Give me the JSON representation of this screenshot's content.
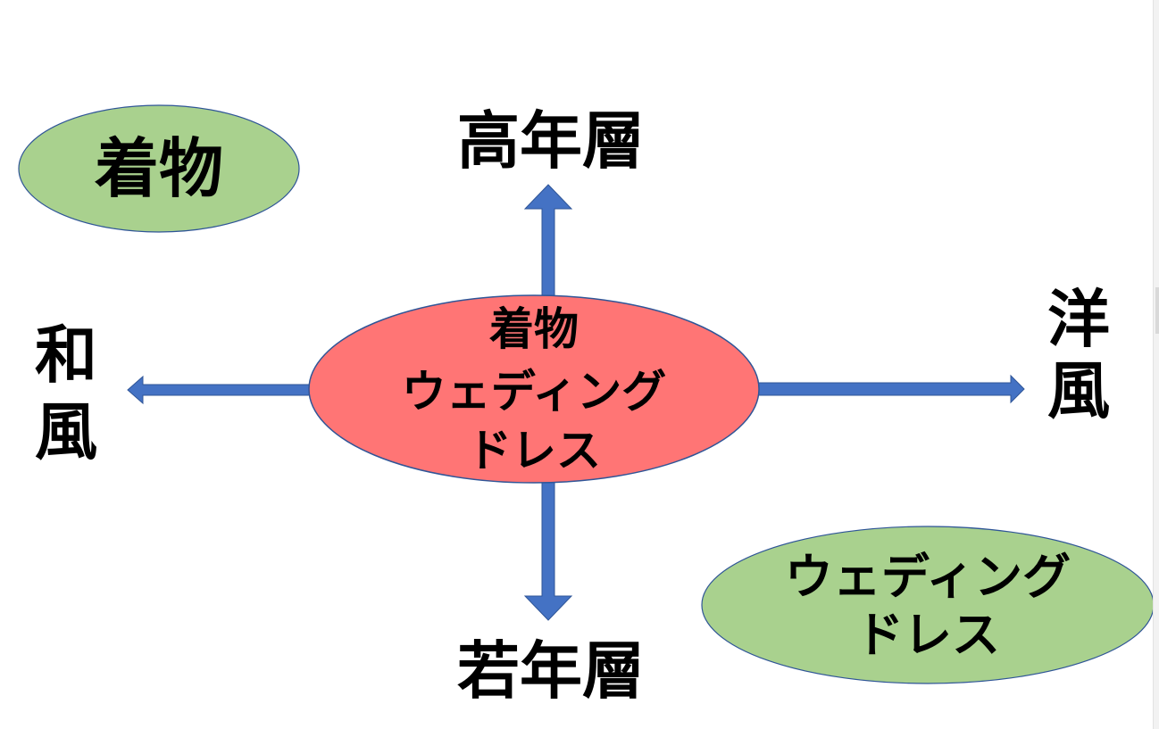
{
  "axes": {
    "top": "高年層",
    "bottom": "若年層",
    "left": [
      "和",
      "風"
    ],
    "right": [
      "洋",
      "風"
    ]
  },
  "center": {
    "lines": [
      "着物",
      "ウェディング",
      "ドレス"
    ]
  },
  "kimono_bubble": {
    "text": "着物"
  },
  "dress_bubble": {
    "lines": [
      "ウェディング",
      "ドレス"
    ]
  },
  "colors": {
    "arrow": "#4472c4",
    "center_fill": "#ff7575",
    "bubble_fill": "#a9d18e",
    "outline": "#2f5597"
  }
}
